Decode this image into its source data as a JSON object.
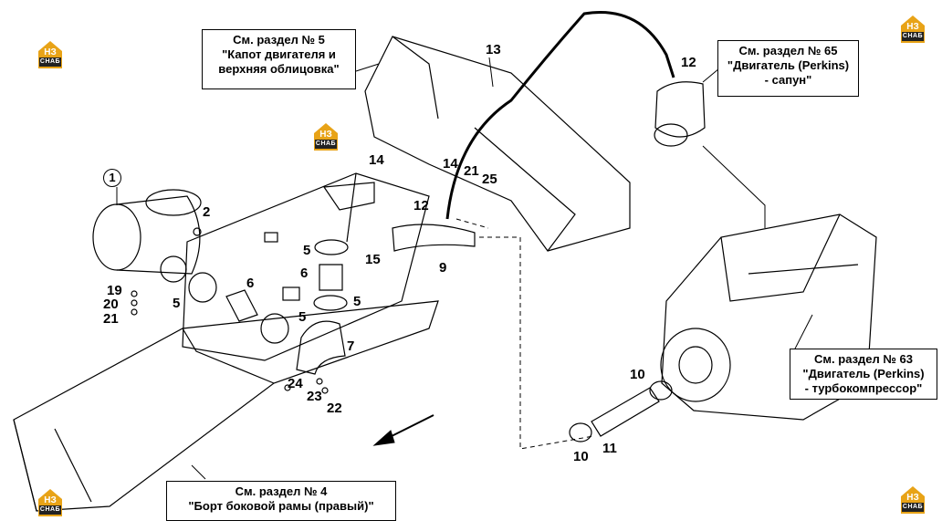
{
  "callouts": {
    "hood": [
      "См. раздел № 5",
      "\"Капот двигателя и",
      "верхняя облицовка\""
    ],
    "breather": [
      "См. раздел № 65",
      "\"Двигатель (Perkins)",
      "- сапун\""
    ],
    "turbo": [
      "См. раздел № 63",
      "\"Двигатель (Perkins)",
      "- турбокомпрессор\""
    ],
    "frame": [
      "См. раздел № 4",
      "\"Борт боковой рамы (правый)\""
    ]
  },
  "part_numbers": {
    "p1": "1",
    "p2": "2",
    "p5a": "5",
    "p5b": "5",
    "p5c": "5",
    "p5d": "5",
    "p6a": "6",
    "p6b": "6",
    "p7": "7",
    "p9": "9",
    "p10a": "10",
    "p10b": "10",
    "p11": "11",
    "p12a": "12",
    "p12b": "12",
    "p13": "13",
    "p14a": "14",
    "p14b": "14",
    "p15": "15",
    "p19": "19",
    "p20": "20",
    "p21a": "21",
    "p21b": "21",
    "p22": "22",
    "p23": "23",
    "p24": "24",
    "p25": "25"
  },
  "logo": {
    "mono": "НЗ",
    "text": "СНАБ",
    "color": "#e8a317"
  }
}
